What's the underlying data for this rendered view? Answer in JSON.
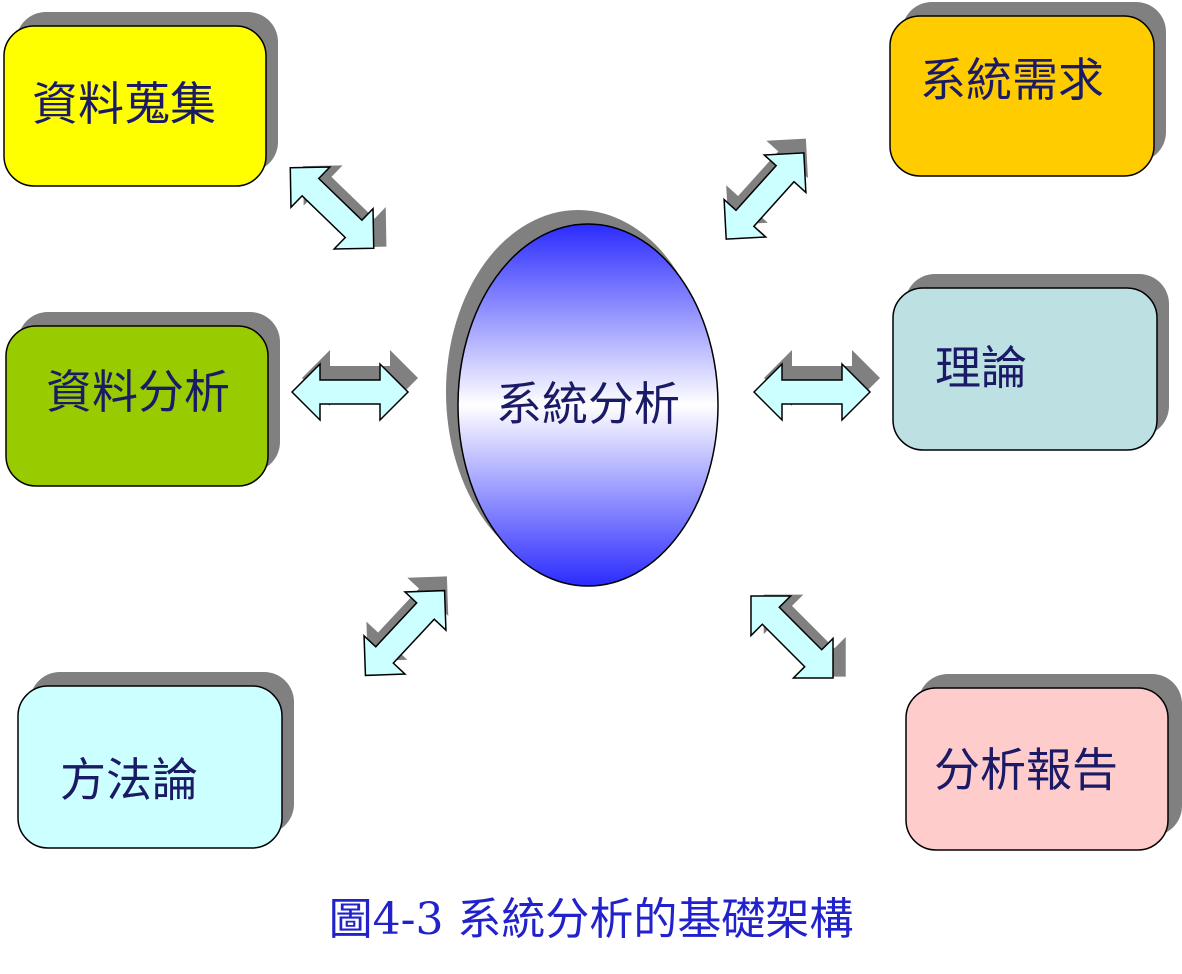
{
  "center": {
    "label": "系統分析",
    "text_color": "#1a1a66"
  },
  "nodes": [
    {
      "id": "data-collection",
      "label": "資料蒐集",
      "fill": "#ffff00",
      "text_color": "#1a1a66"
    },
    {
      "id": "data-analysis",
      "label": "資料分析",
      "fill": "#99cc00",
      "text_color": "#1a1a66"
    },
    {
      "id": "methodology",
      "label": "方法論",
      "fill": "#ccffff",
      "text_color": "#1a1a66"
    },
    {
      "id": "system-requirements",
      "label": "系統需求",
      "fill": "#ffcc00",
      "text_color": "#1a1a66"
    },
    {
      "id": "theory",
      "label": "理論",
      "fill": "#bde0e3",
      "text_color": "#1a1a66"
    },
    {
      "id": "analysis-report",
      "label": "分析報告",
      "fill": "#ffcccc",
      "text_color": "#1a1a66"
    }
  ],
  "caption": {
    "text": "圖4-3 系統分析的基礎架構",
    "color": "#2222cc"
  },
  "colors": {
    "arrow_fill": "#ccffff",
    "shadow": "#808080",
    "outline": "#000000",
    "ellipse_gradient": [
      "#2b2bff",
      "#ffffff",
      "#2b2bff"
    ]
  }
}
